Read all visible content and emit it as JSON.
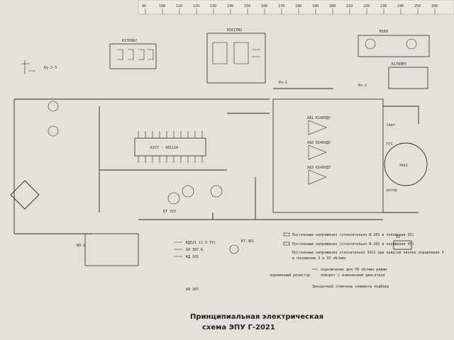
{
  "ruler": {
    "ticks": [
      "90",
      "100",
      "110",
      "120",
      "130",
      "140",
      "150",
      "160",
      "170",
      "180",
      "190",
      "200",
      "210",
      "220",
      "230",
      "240",
      "250",
      "260"
    ]
  },
  "ics": {
    "k176la7": "К176ЛА7",
    "k561tm2": "К561ТМ2",
    "main": "К157 - ХЛ111Н",
    "comp1": "ХА1 К140УД7",
    "comp2": "ХА2 К140УД7",
    "comp3": "ХА3 К140УД7",
    "m160": "М160",
    "k176le5": "К176ЛЕ5"
  },
  "nodes": {
    "ku": "Ку-2-3",
    "pp1": "Рп-1",
    "bp": "БП-1",
    "kp": "Кп-2",
    "svet": "Свет",
    "ggs": "ГГС",
    "rot": "ротор",
    "motor": "Э411"
  },
  "legend": {
    "l1": "Постоянные напряжения (относительно Ф 202 в положении 33)",
    "l2": "Постоянные напряжения (относительно Ф 202 в положении 45)",
    "l3": "Постоянные напряжения относительно Э411 при нажатой кнопке управления 5",
    "l4": "в положении 3 и 33 об/мин",
    "l5": "подключение для 78 об/мин режим",
    "l6": "поворот с изменением двигателя",
    "l7": "Звездочкой отмечены элементы подбора"
  },
  "parts": {
    "d1": "КД521 (1.5 ТУ)",
    "d2": "АЛ 307 Б",
    "d3": "КД 102",
    "tr1": "КТ 315",
    "tr2": "КТ 361",
    "var": "переменный резистор",
    "led": "АЛ 307",
    "conn": "Х3"
  },
  "title": {
    "line1": "Принципиальная электрическая",
    "line2": "схема ЭПУ Г-2021"
  },
  "colors": {
    "paper": "#e4e1da",
    "ink": "#2b2b2b"
  }
}
